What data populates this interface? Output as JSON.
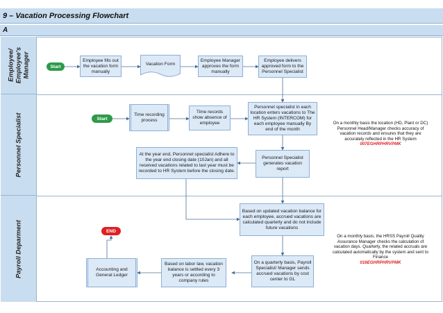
{
  "title": "9 – Vacation Processing Flowchart",
  "subtitle": "A",
  "lanes": {
    "employee": "Employee/ Employee's Manager",
    "specialist": "Personnel Specialist",
    "payroll": "Payroll Deparment"
  },
  "nodes": {
    "start1": "Start",
    "fill_form": "Employee fills out the vacation form manually",
    "vacation_form": "Vacation Form",
    "mgr_approves": "Employee Manager approves the form manually",
    "deliver_form": "Employee delivers approved form to the Personnel Specialist",
    "start2": "Start",
    "time_recording": "Time recording process",
    "time_records": "Time records show absence of employee",
    "enter_vacations": "Personnel specialist in each location enters vacations to The HR System (INTERCOM) for each employee manually By end of the month",
    "year_end": "At the year end, Personnel specialist Adhere to the year end closing date (10Jan) and all received vacations related to last year must be recorded to HR System before the closing date.",
    "gen_report": "Personnel Specialist generates vacation report",
    "accrued_calc": "Based on updated vacation balance for each employee, accrued vacations are calculated quarterly and do not include future vacations",
    "end": "END",
    "gl": "Accounting and General Ledger",
    "labor_law": "Based on labor law, vacation balance is settled every 3 years or according to company rules",
    "quarterly": "On a quarterly basis, Payroll Specialist/ Manager sends accrued vacations by cost center to GL"
  },
  "notes": {
    "note1": "On a monthly basis the location (HD, Plant or DC) Personnel Head/Manager checks accuracy of vacation records and ensures that they are accurately reflected in the HR System",
    "note1_code": "007EGHRPHRVPMK",
    "note2": "On a monthly basis, the HRSS Payroll Quality Assurance Manager checks the calculation of vacation days. Quarterly, the related accruals are calculated automatically by the system and sent to Finance",
    "note2_code": "016EGHRPHRVPMK"
  },
  "colors": {
    "header_fill": "#c9ddf0",
    "box_fill": "#dce9f7",
    "box_border": "#8caed3",
    "start_green": "#2e9a4a",
    "end_red": "#e02020",
    "arrow": "#4a6f96"
  }
}
